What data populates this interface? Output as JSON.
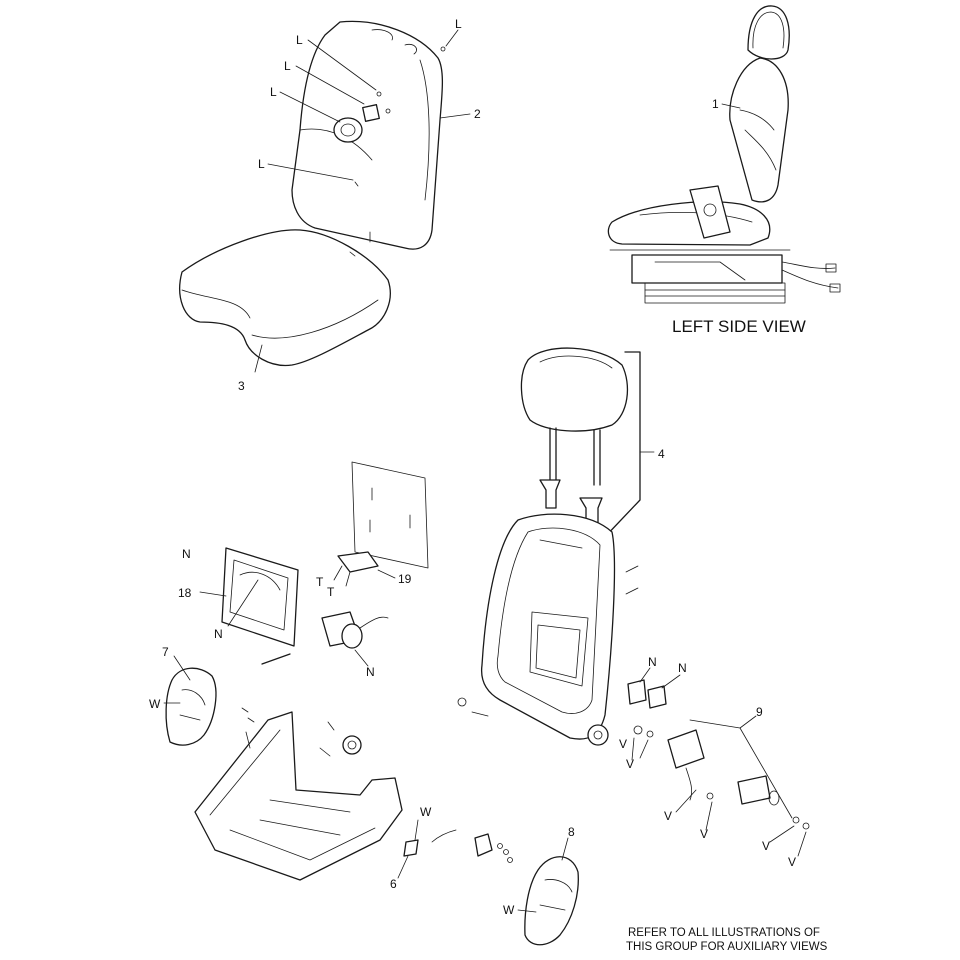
{
  "callouts": {
    "c1": "1",
    "c2": "2",
    "c3": "3",
    "c4": "4",
    "c6": "6",
    "c7": "7",
    "c8": "8",
    "c9": "9",
    "c18": "18",
    "c19": "19",
    "L": "L",
    "N": "N",
    "T": "T",
    "V": "V",
    "W": "W"
  },
  "view_caption": "LEFT SIDE VIEW",
  "note_line1": "REFER TO ALL ILLUSTRATIONS OF",
  "note_line2": "THIS GROUP FOR AUXILIARY VIEWS"
}
